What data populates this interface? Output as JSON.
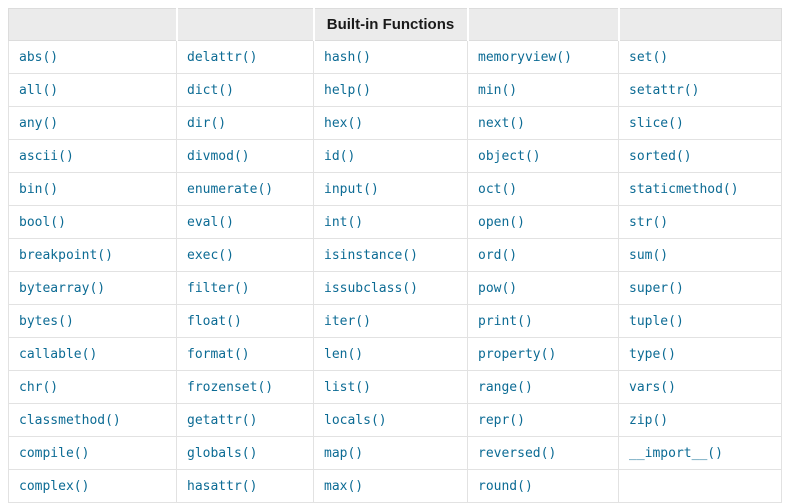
{
  "table": {
    "title": "Built-in Functions",
    "header": [
      "",
      "",
      "Built-in Functions",
      "",
      ""
    ],
    "rows": [
      [
        "abs()",
        "delattr()",
        "hash()",
        "memoryview()",
        "set()"
      ],
      [
        "all()",
        "dict()",
        "help()",
        "min()",
        "setattr()"
      ],
      [
        "any()",
        "dir()",
        "hex()",
        "next()",
        "slice()"
      ],
      [
        "ascii()",
        "divmod()",
        "id()",
        "object()",
        "sorted()"
      ],
      [
        "bin()",
        "enumerate()",
        "input()",
        "oct()",
        "staticmethod()"
      ],
      [
        "bool()",
        "eval()",
        "int()",
        "open()",
        "str()"
      ],
      [
        "breakpoint()",
        "exec()",
        "isinstance()",
        "ord()",
        "sum()"
      ],
      [
        "bytearray()",
        "filter()",
        "issubclass()",
        "pow()",
        "super()"
      ],
      [
        "bytes()",
        "float()",
        "iter()",
        "print()",
        "tuple()"
      ],
      [
        "callable()",
        "format()",
        "len()",
        "property()",
        "type()"
      ],
      [
        "chr()",
        "frozenset()",
        "list()",
        "range()",
        "vars()"
      ],
      [
        "classmethod()",
        "getattr()",
        "locals()",
        "repr()",
        "zip()"
      ],
      [
        "compile()",
        "globals()",
        "map()",
        "reversed()",
        "__import__()"
      ],
      [
        "complex()",
        "hasattr()",
        "max()",
        "round()",
        ""
      ]
    ]
  },
  "colors": {
    "function_link": "#0c6b94",
    "header_background": "#ebebeb",
    "header_border": "#dcdcdc",
    "cell_border": "#e2e2e2"
  }
}
